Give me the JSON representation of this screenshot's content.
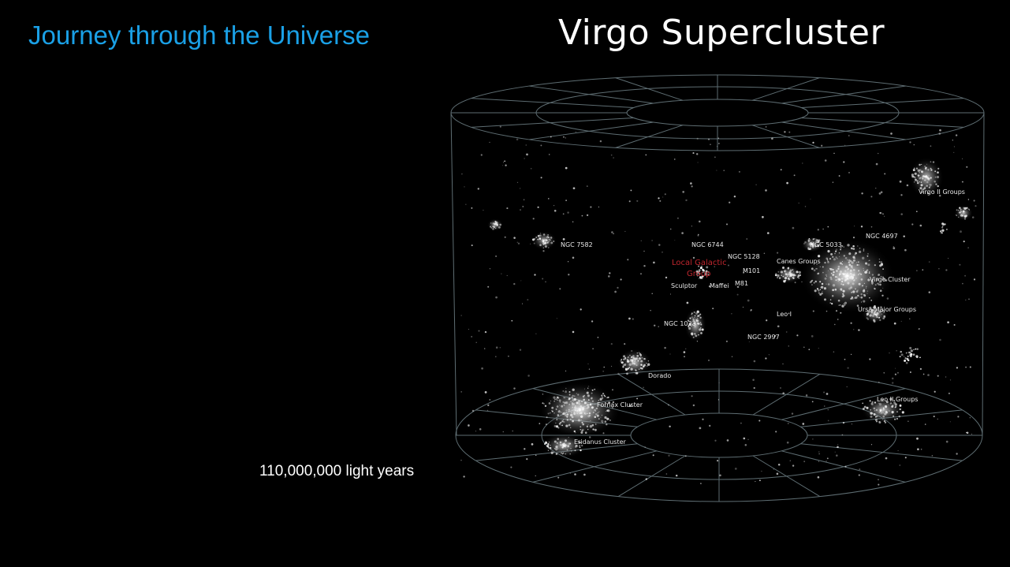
{
  "slide": {
    "title": "Journey through the Universe",
    "diagram_title": "Virgo Supercluster",
    "scale_label": "110,000,000 light years"
  },
  "labels": [
    {
      "key": "ngc7582",
      "text": "NGC 7582"
    },
    {
      "key": "ngc6744",
      "text": "NGC 6744"
    },
    {
      "key": "local_group_1",
      "text": "Local Galactic"
    },
    {
      "key": "local_group_2",
      "text": "Group"
    },
    {
      "key": "ngc5128",
      "text": "NGC 5128"
    },
    {
      "key": "m101",
      "text": "M101"
    },
    {
      "key": "sculptor",
      "text": "Sculptor"
    },
    {
      "key": "maffei",
      "text": "Maffei"
    },
    {
      "key": "m81",
      "text": "M81"
    },
    {
      "key": "ngc5033",
      "text": "NGC 5033"
    },
    {
      "key": "ngc4697",
      "text": "NGC 4697"
    },
    {
      "key": "canes",
      "text": "Canes Groups"
    },
    {
      "key": "virgo_cluster",
      "text": "Virgo Cluster"
    },
    {
      "key": "virgo_ii",
      "text": "Virgo II Groups"
    },
    {
      "key": "ursa_major",
      "text": "Ursa Major Groups"
    },
    {
      "key": "leo_i",
      "text": "Leo I"
    },
    {
      "key": "ngc1023",
      "text": "NGC 1023"
    },
    {
      "key": "ngc2997",
      "text": "NGC 2997"
    },
    {
      "key": "dorado",
      "text": "Dorado"
    },
    {
      "key": "fornax",
      "text": "Fornax Cluster"
    },
    {
      "key": "eridanus",
      "text": "Eridanus Cluster"
    },
    {
      "key": "leo_ii",
      "text": "Leo II Groups"
    }
  ],
  "colors": {
    "slide_title": "#1aa0e6",
    "highlight_label": "#c0262e",
    "grid_lines": "#5e6d72"
  }
}
